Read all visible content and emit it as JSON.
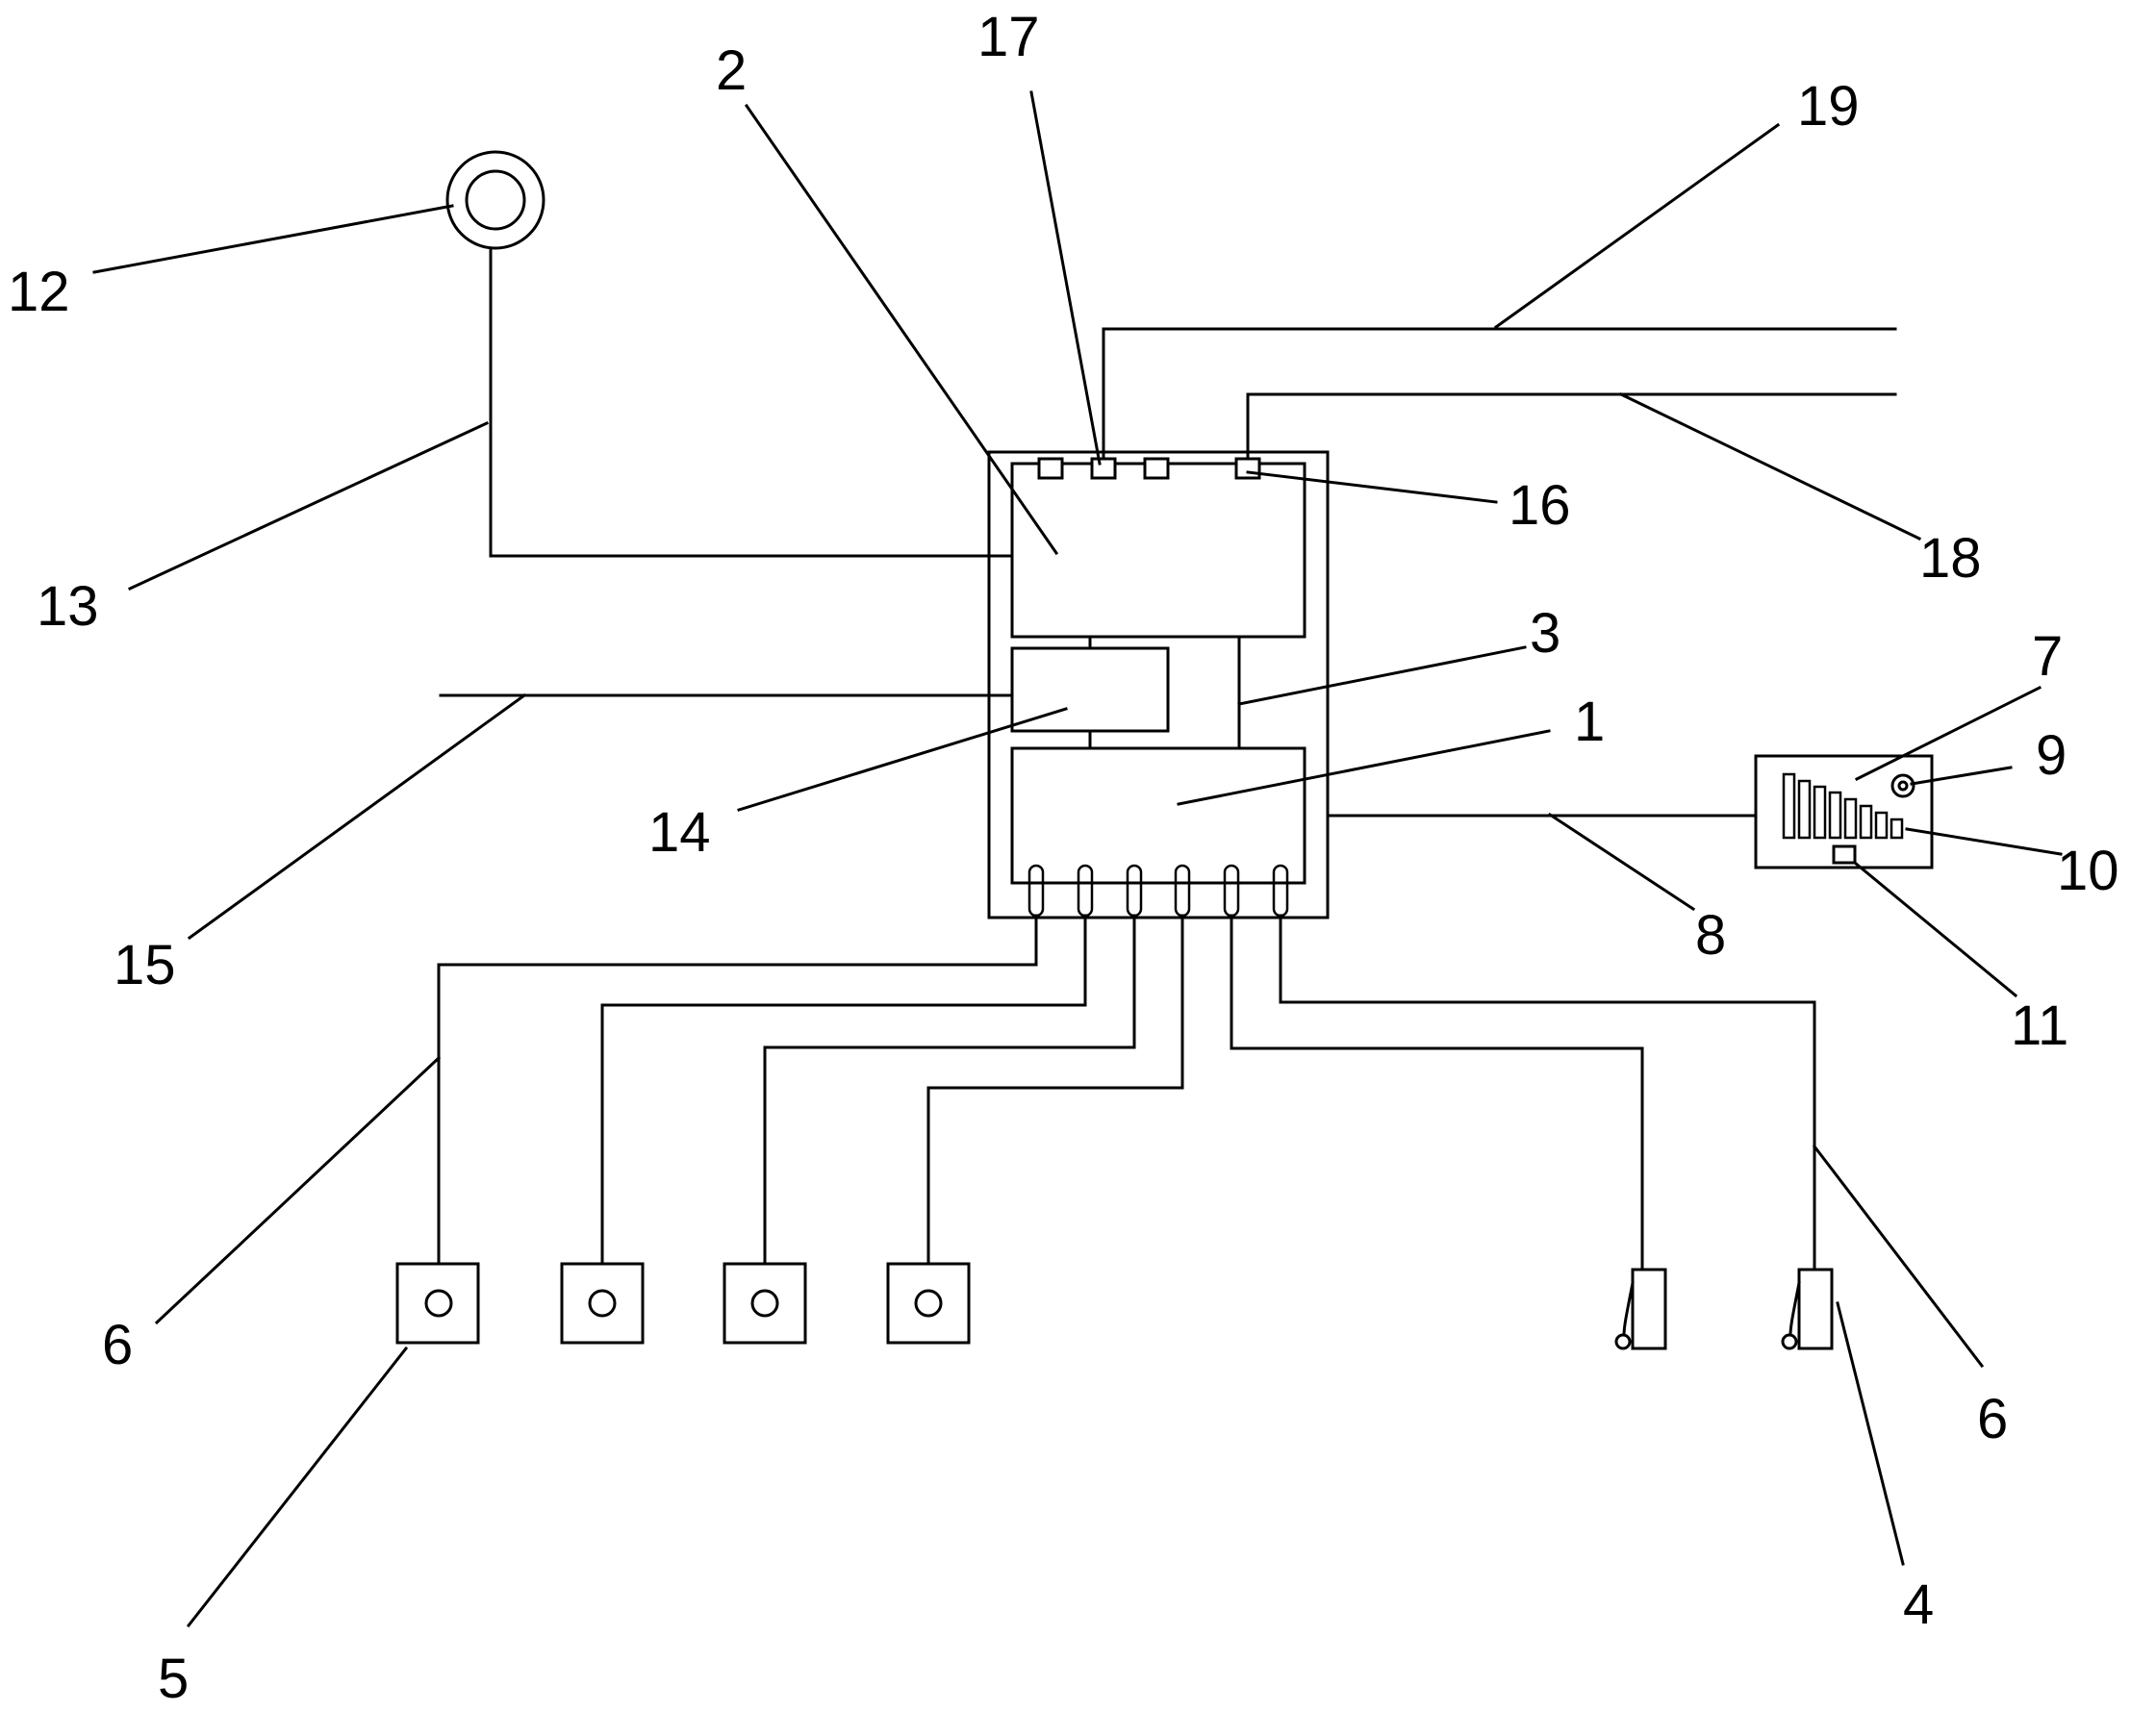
{
  "labels": {
    "l1": "1",
    "l2": "2",
    "l3": "3",
    "l4": "4",
    "l5": "5",
    "l6a": "6",
    "l6b": "6",
    "l7": "7",
    "l8": "8",
    "l9": "9",
    "l10": "10",
    "l11": "11",
    "l12": "12",
    "l13": "13",
    "l14": "14",
    "l15": "15",
    "l16": "16",
    "l17": "17",
    "l18": "18",
    "l19": "19"
  }
}
